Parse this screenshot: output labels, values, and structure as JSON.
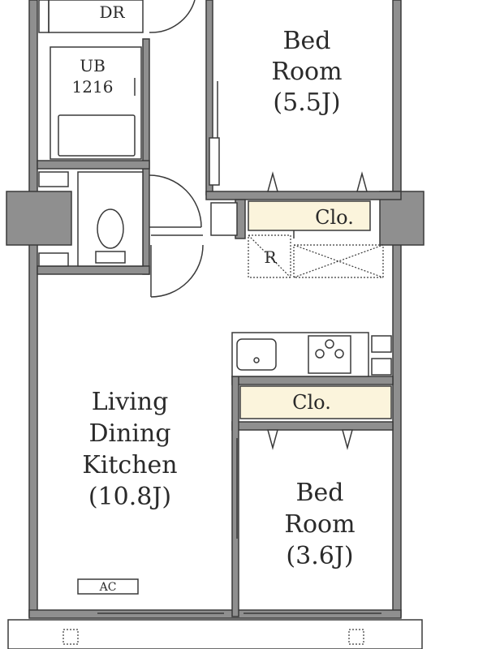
{
  "rooms": {
    "dressing": {
      "label": "DR"
    },
    "unit_bath": {
      "line1": "UB",
      "line2": "1216"
    },
    "bed_room_1": {
      "line1": "Bed",
      "line2": "Room",
      "line3": "(5.5J)"
    },
    "bed_room_2": {
      "line1": "Bed",
      "line2": "Room",
      "line3": "(3.6J)"
    },
    "ldk": {
      "line1": "Living",
      "line2": "Dining",
      "line3": "Kitchen",
      "line4": "(10.8J)"
    }
  },
  "labels": {
    "closet_upper": "Clo.",
    "closet_lower": "Clo.",
    "refrigerator": "R",
    "air_conditioner": "AC"
  },
  "colors": {
    "wall": "#8f8f8f",
    "closet_fill": "#fbf4dc",
    "line": "#3a3a3a"
  }
}
